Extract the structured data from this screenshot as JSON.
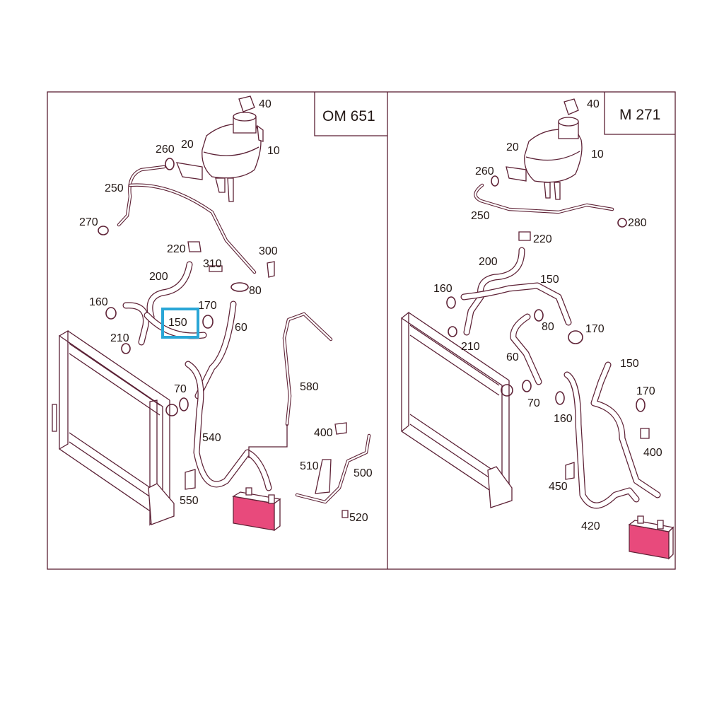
{
  "panels": [
    {
      "engine": "OM 651",
      "labels": [
        "40",
        "20",
        "260",
        "10",
        "250",
        "270",
        "220",
        "310",
        "300",
        "200",
        "80",
        "160",
        "170",
        "150",
        "60",
        "210",
        "580",
        "70",
        "540",
        "400",
        "510",
        "500",
        "550",
        "520"
      ]
    },
    {
      "engine": "M 271",
      "labels": [
        "40",
        "20",
        "10",
        "260",
        "250",
        "280",
        "220",
        "200",
        "150",
        "160",
        "80",
        "170",
        "210",
        "60",
        "150",
        "170",
        "70",
        "160",
        "400",
        "450",
        "420"
      ]
    }
  ],
  "highlight": {
    "label": "150",
    "color": "#2aa6d6"
  },
  "colors": {
    "frame": "#5a1f33",
    "part_stroke": "#5e2236",
    "oil_cooler": "#e84a7c",
    "text": "#231815"
  }
}
